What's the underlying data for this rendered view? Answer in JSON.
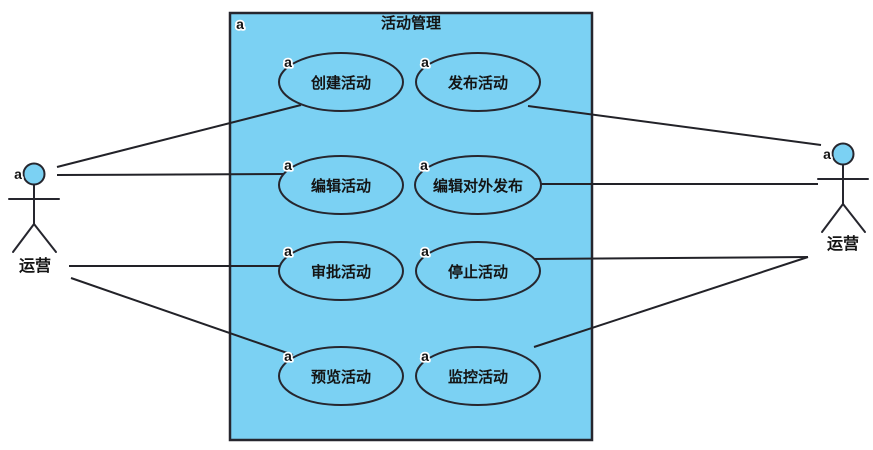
{
  "diagram": {
    "type": "uml-use-case",
    "title": "活动管理",
    "marker": "a",
    "colors": {
      "node_fill": "#7BD1F3",
      "stroke": "#26262e",
      "line": "#222228",
      "text": "#141414",
      "halo": "#ffffff",
      "canvas": "#ffffff"
    },
    "actors": [
      {
        "name": "运营",
        "side": "left"
      },
      {
        "name": "运营",
        "side": "right"
      }
    ],
    "usecases": [
      {
        "label": "创建活动"
      },
      {
        "label": "发布活动"
      },
      {
        "label": "编辑活动"
      },
      {
        "label": "编辑对外发布"
      },
      {
        "label": "审批活动"
      },
      {
        "label": "停止活动"
      },
      {
        "label": "预览活动"
      },
      {
        "label": "监控活动"
      }
    ],
    "associations": [
      {
        "from": "运营 (left)",
        "to": "创建活动"
      },
      {
        "from": "运营 (left)",
        "to": "编辑活动"
      },
      {
        "from": "运营 (left)",
        "to": "审批活动"
      },
      {
        "from": "运营 (left)",
        "to": "预览活动"
      },
      {
        "from": "发布活动",
        "to": "运营 (right)"
      },
      {
        "from": "编辑对外发布",
        "to": "运营 (right)"
      },
      {
        "from": "停止活动",
        "to": "运营 (right)"
      },
      {
        "from": "监控活动",
        "to": "运营 (right)"
      }
    ]
  }
}
